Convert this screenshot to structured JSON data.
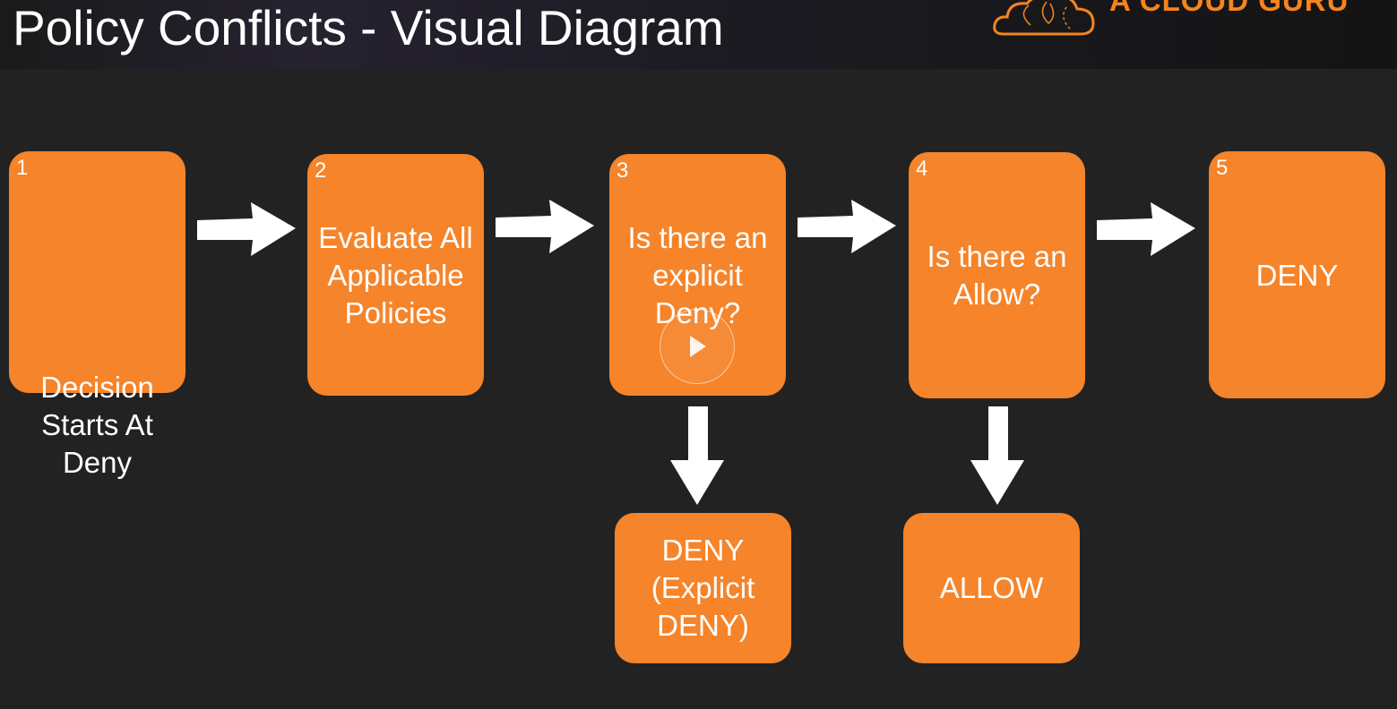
{
  "header": {
    "title": "Policy Conflicts - Visual Diagram",
    "brand": "A CLOUD GURU"
  },
  "colors": {
    "box": "#f5842a",
    "brand": "#f6841f",
    "background": "#222222",
    "arrow": "#ffffff"
  },
  "boxes": [
    {
      "number": "1",
      "lines": [
        "Decision",
        "Starts At",
        "Deny"
      ]
    },
    {
      "number": "2",
      "lines": [
        "Evaluate All",
        "Applicable",
        "Policies"
      ]
    },
    {
      "number": "3",
      "lines": [
        "Is there an",
        "explicit",
        "Deny?"
      ]
    },
    {
      "number": "4",
      "lines": [
        "Is there an",
        "Allow?"
      ]
    },
    {
      "number": "5",
      "lines": [
        "DENY"
      ]
    }
  ],
  "outcomes": [
    {
      "lines": [
        "DENY",
        "(Explicit",
        "DENY)"
      ]
    },
    {
      "lines": [
        "ALLOW"
      ]
    }
  ],
  "player": {
    "icon": "play-icon"
  }
}
